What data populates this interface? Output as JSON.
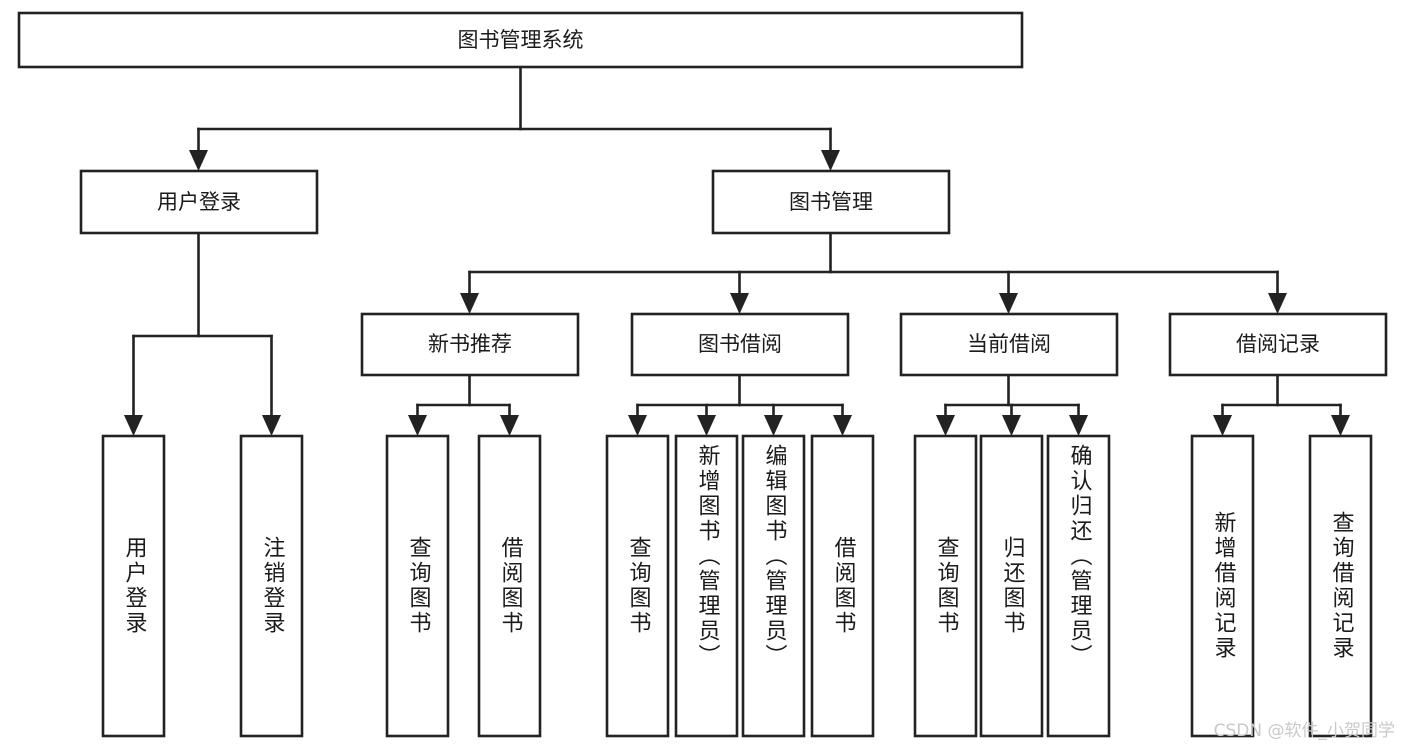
{
  "diagram": {
    "type": "tree",
    "title": "图书管理系统",
    "watermark": "CSDN @软件_小贺同学",
    "colors": {
      "background": "#ffffff",
      "stroke": "#222222",
      "text": "#1b1b1b",
      "watermark": "#c9c9c9"
    },
    "root": {
      "label": "图书管理系统"
    },
    "level2": [
      {
        "label": "用户登录"
      },
      {
        "label": "图书管理"
      }
    ],
    "level3": [
      {
        "label": "新书推荐"
      },
      {
        "label": "图书借阅"
      },
      {
        "label": "当前借阅"
      },
      {
        "label": "借阅记录"
      }
    ],
    "leaves": {
      "user_login": [
        {
          "label": "用户登录"
        },
        {
          "label": "注销登录"
        }
      ],
      "new_book_recommend": [
        {
          "label": "查询图书"
        },
        {
          "label": "借阅图书"
        }
      ],
      "book_borrow": [
        {
          "label": "查询图书"
        },
        {
          "label": "新增图书（管理员）"
        },
        {
          "label": "编辑图书（管理员）"
        },
        {
          "label": "借阅图书"
        }
      ],
      "current_borrow": [
        {
          "label": "查询图书"
        },
        {
          "label": "归还图书"
        },
        {
          "label": "确认归还（管理员）"
        }
      ],
      "borrow_record": [
        {
          "label": "新增借阅记录"
        },
        {
          "label": "查询借阅记录"
        }
      ]
    }
  }
}
